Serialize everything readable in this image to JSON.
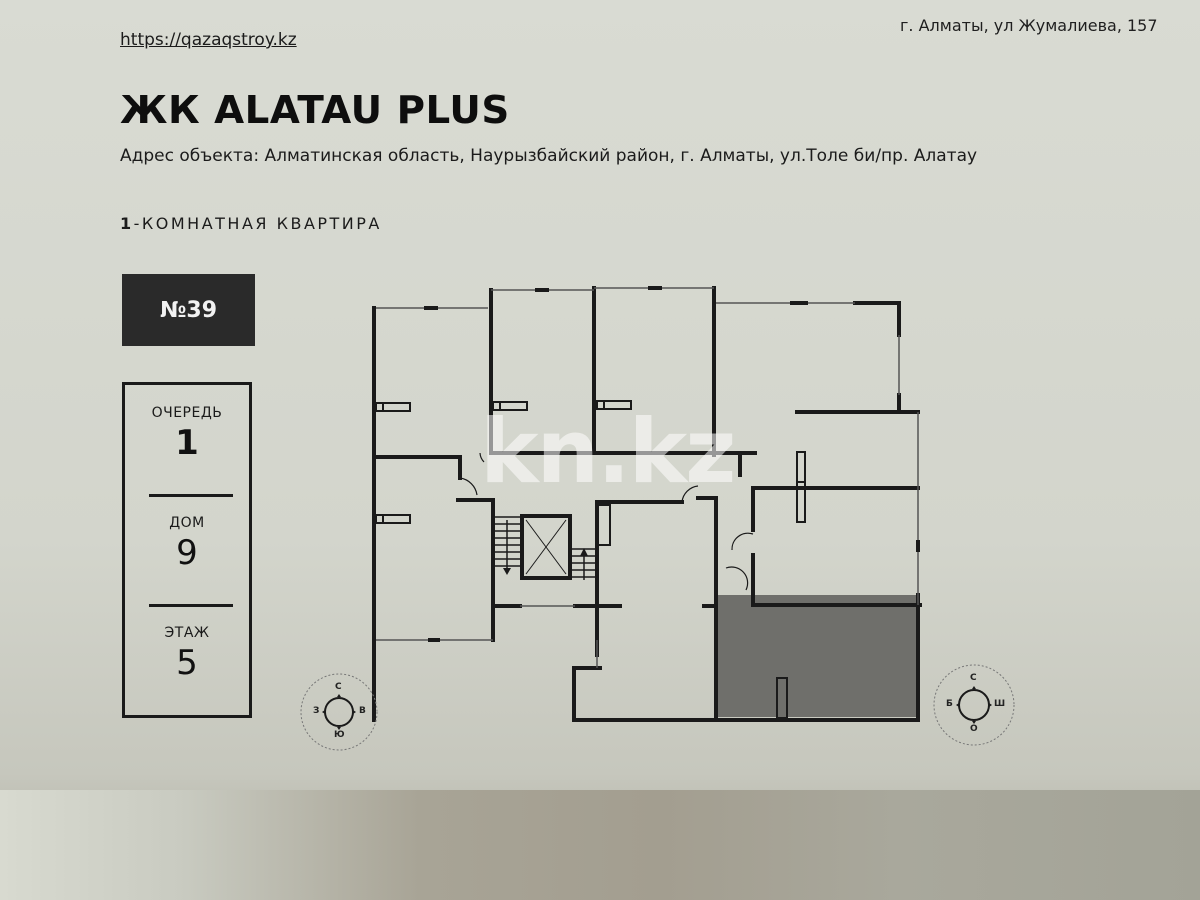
{
  "header": {
    "site_link": "https://qazaqstroy.kz",
    "top_address": "г. Алматы, ул Жумалиева, 157"
  },
  "title": "ЖК ALATAU PLUS",
  "object_address": "Адрес объекта: Алматинская область, Наурызбайский район, г. Алматы, ул.Толе би/пр. Алатау",
  "apartment": {
    "rooms_prefix": "1",
    "rooms_suffix": "-КОМНАТНАЯ КВАРТИРА",
    "number": "№39"
  },
  "info": [
    {
      "label": "ОЧЕРЕДЬ",
      "value": "1"
    },
    {
      "label": "ДОМ",
      "value": "9"
    },
    {
      "label": "ЭТАЖ",
      "value": "5"
    }
  ],
  "watermark": "kn.kz",
  "compass_left": {
    "n": "С",
    "s": "Ю",
    "w": "З",
    "e": "В"
  },
  "compass_right": {
    "n": "С",
    "s": "О",
    "w": "Б",
    "e": "Ш"
  },
  "colors": {
    "highlight_fill": "#6e6e6a",
    "wall": "#1a1a1a",
    "label_bg": "#2a2a2a"
  }
}
